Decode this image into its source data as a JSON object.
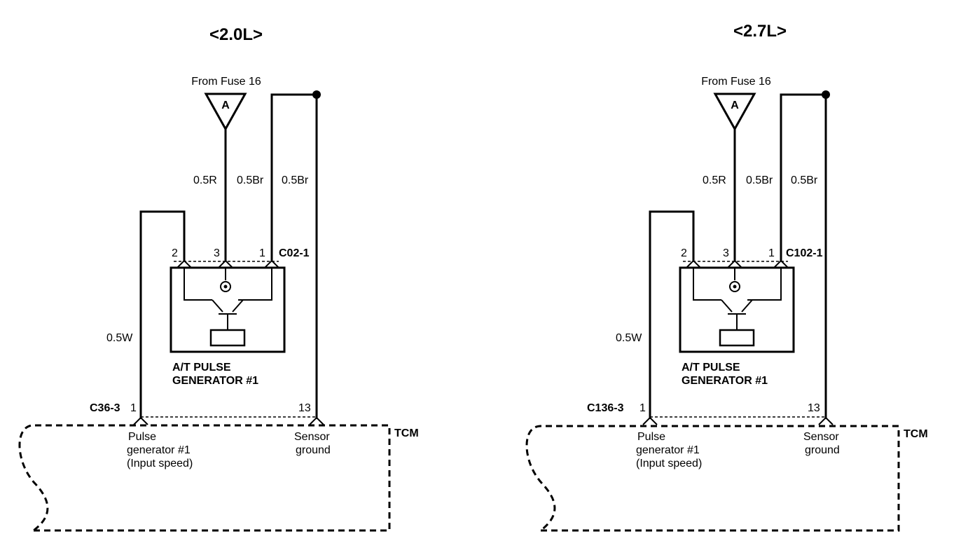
{
  "diagrams": [
    {
      "title": "<2.0L>",
      "fuse_label": "From Fuse 16",
      "fuse_letter": "A",
      "wires": {
        "w1": "0.5R",
        "w2": "0.5Br",
        "w3": "0.5Br",
        "w4": "0.5W"
      },
      "pins": {
        "p2": "2",
        "p3": "3",
        "p1": "1"
      },
      "connector_top": "C02-1",
      "component": [
        "A/T PULSE",
        "GENERATOR #1"
      ],
      "connector_bottom": "C36-3",
      "pin_bottom_left": "1",
      "pin_bottom_right": "13",
      "tcm_label": "TCM",
      "tcm_left": [
        "Pulse",
        "generator #1",
        "(Input speed)"
      ],
      "tcm_right": [
        "Sensor",
        "ground"
      ]
    },
    {
      "title": "<2.7L>",
      "fuse_label": "From Fuse 16",
      "fuse_letter": "A",
      "wires": {
        "w1": "0.5R",
        "w2": "0.5Br",
        "w3": "0.5Br",
        "w4": "0.5W"
      },
      "pins": {
        "p2": "2",
        "p3": "3",
        "p1": "1"
      },
      "connector_top": "C102-1",
      "component": [
        "A/T PULSE",
        "GENERATOR #1"
      ],
      "connector_bottom": "C136-3",
      "pin_bottom_left": "1",
      "pin_bottom_right": "13",
      "tcm_label": "TCM",
      "tcm_left": [
        "Pulse",
        "generator #1",
        "(Input speed)"
      ],
      "tcm_right": [
        "Sensor",
        "ground"
      ]
    }
  ]
}
